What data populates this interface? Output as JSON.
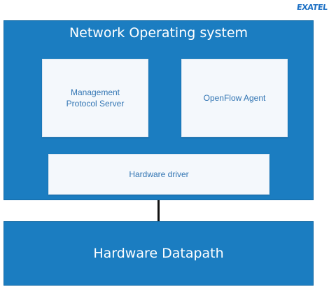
{
  "logo": {
    "text": "EXATEL",
    "color": "#1b6fc4"
  },
  "colors": {
    "panel": "#1b7dc1",
    "box": "#f4f8fc",
    "box_text": "#3275b3",
    "connector": "#111111"
  },
  "network_os": {
    "title": "Network Operating system",
    "components": {
      "management": "Management Protocol Server",
      "openflow": "OpenFlow Agent",
      "hardware_driver": "Hardware driver"
    }
  },
  "datapath": {
    "title": "Hardware Datapath"
  }
}
